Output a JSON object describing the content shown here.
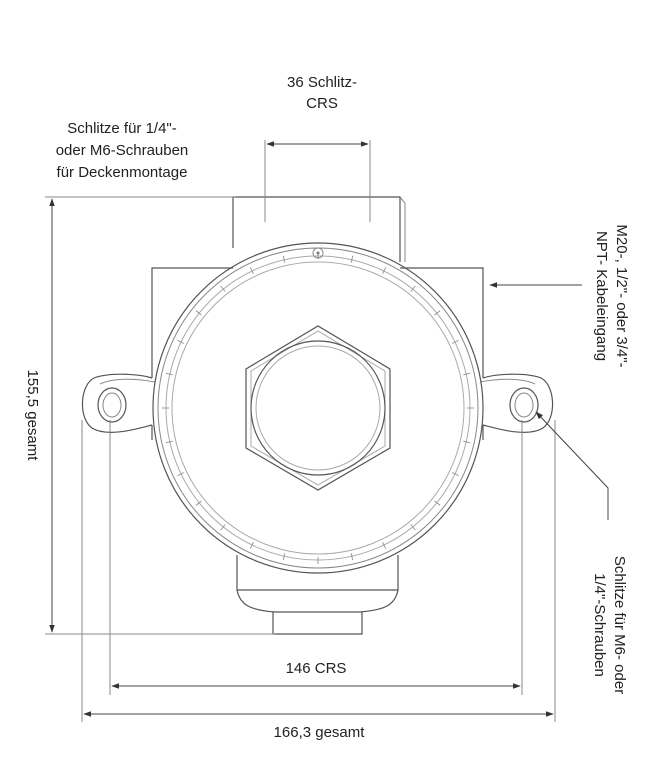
{
  "labels": {
    "slot_width_line1": "36 Schlitz-",
    "slot_width_line2": "CRS",
    "ceiling_line1": "Schlitze für 1/4\"-",
    "ceiling_line2": "oder M6-Schrauben",
    "ceiling_line3": "für Deckenmontage",
    "cable_line1": "M20-, 1/2\"- oder 3/4\"-",
    "cable_line2": "NPT- Kabeleingang",
    "height_total": "155,5 gesamt",
    "screw_line1": "Schlitze für M6- oder",
    "screw_line2": "1/4\"-Schrauben",
    "crs_146": "146 CRS",
    "width_total": "166,3 gesamt"
  },
  "colors": {
    "line": "#555555",
    "text": "#222222",
    "background": "#ffffff"
  }
}
